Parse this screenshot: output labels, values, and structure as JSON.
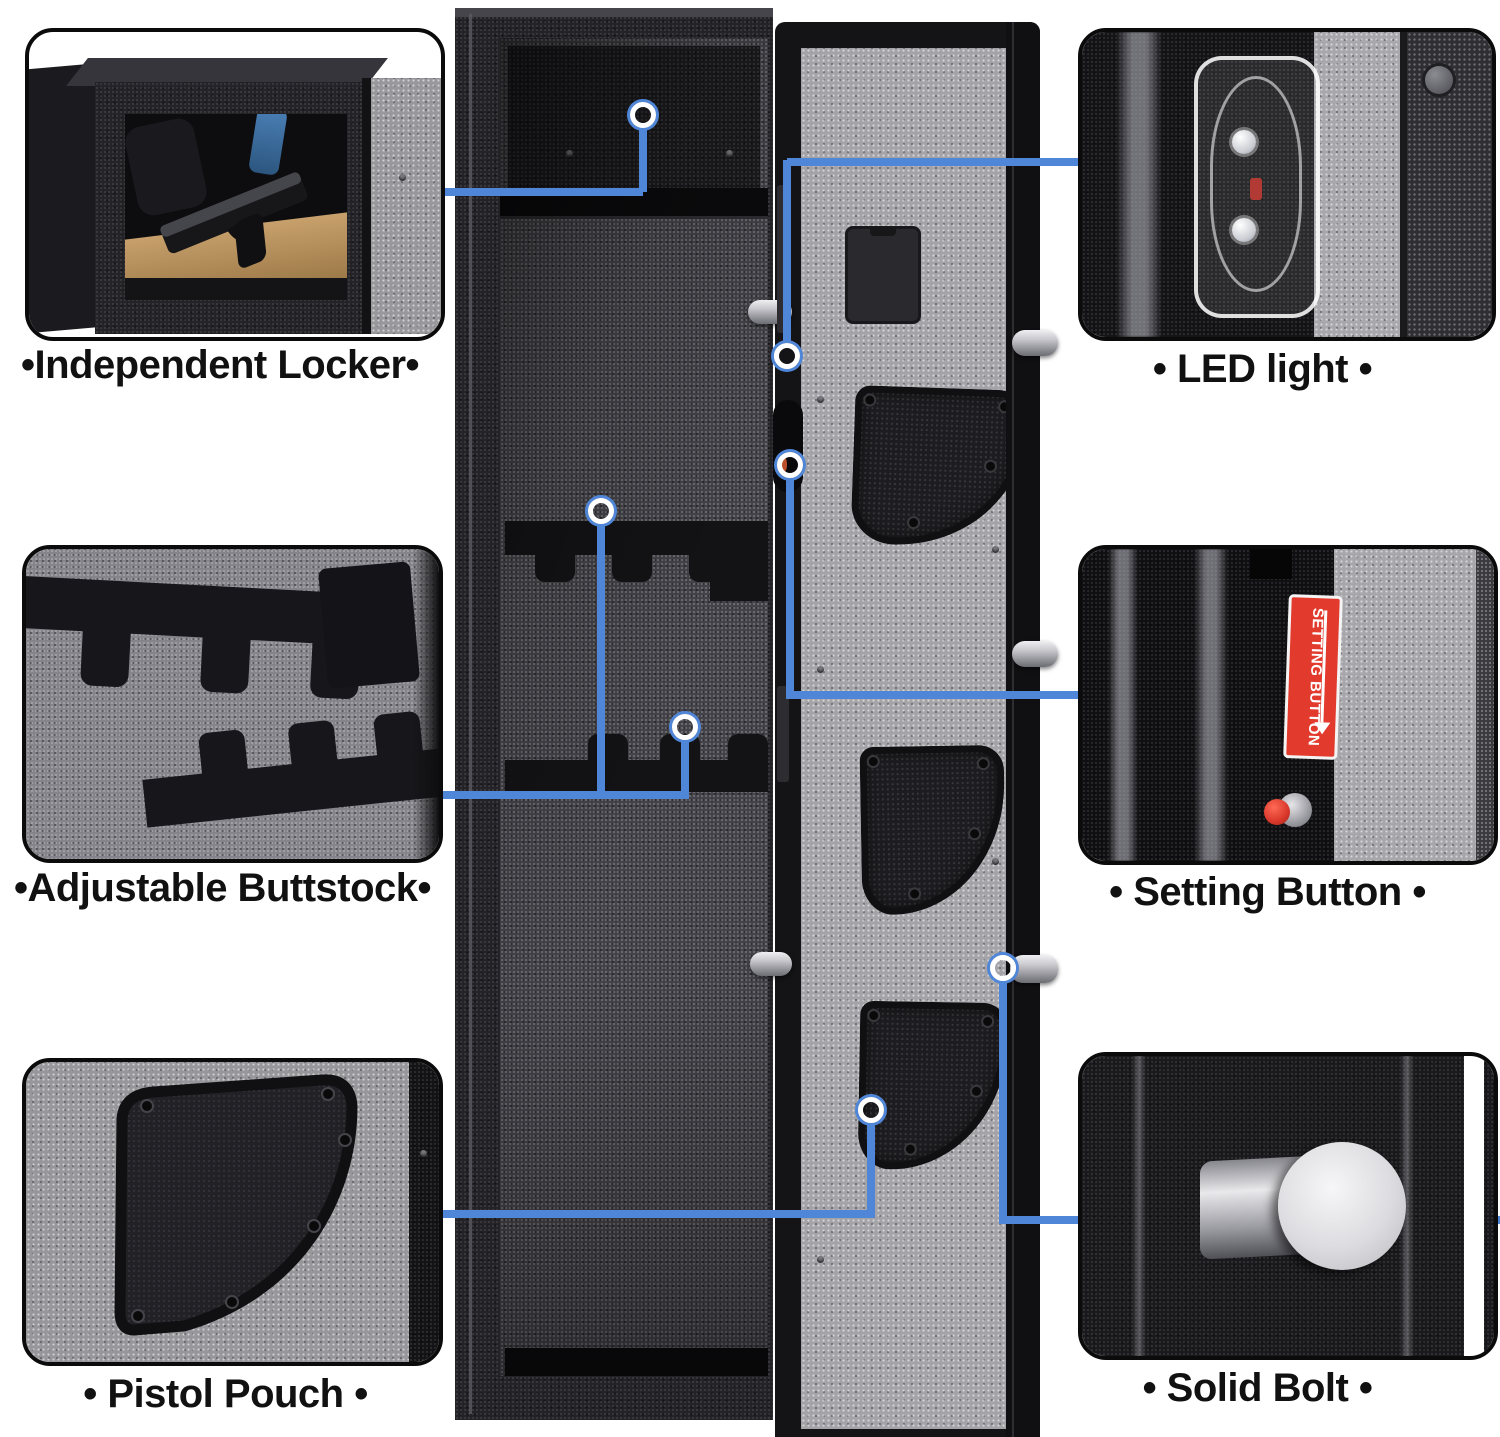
{
  "infographic": {
    "background_color": "#ffffff",
    "connector_color": "#4f86d8",
    "label_text_color": "#111111",
    "features": [
      {
        "key": "independent-locker",
        "label": "•Independent Locker•"
      },
      {
        "key": "led-light",
        "label": "• LED light •"
      },
      {
        "key": "adjustable-buttstock",
        "label": "•Adjustable Buttstock•"
      },
      {
        "key": "setting-button",
        "label": "• Setting Button •"
      },
      {
        "key": "pistol-pouch",
        "label": "• Pistol Pouch •"
      },
      {
        "key": "solid-bolt",
        "label": "• Solid Bolt •"
      }
    ],
    "setting_button_sticker": {
      "text": "SETTING BUTTON",
      "color": "#e23a2c"
    }
  }
}
